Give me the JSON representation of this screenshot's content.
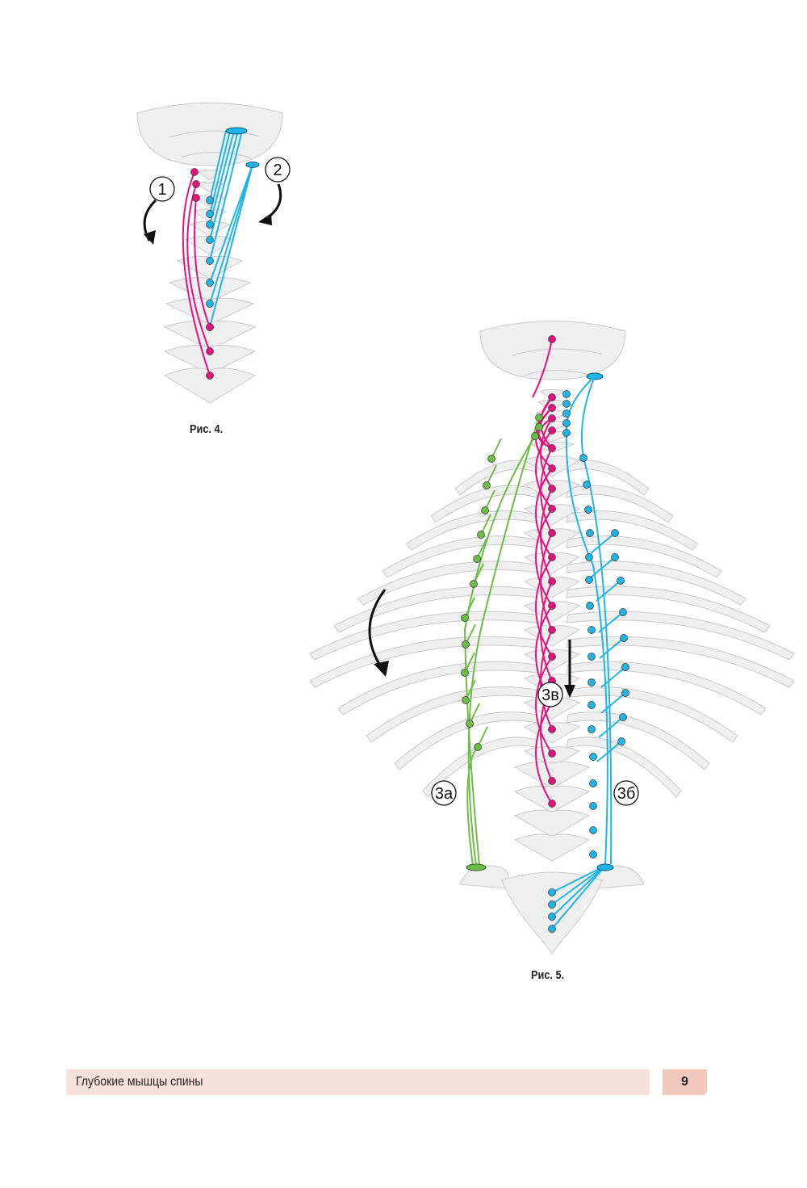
{
  "figure4": {
    "caption": "Рис. 4.",
    "labels": [
      "1",
      "2"
    ]
  },
  "figure5": {
    "caption": "Рис. 5.",
    "labels": [
      "3а",
      "3б",
      "3в"
    ]
  },
  "footer": {
    "section_title": "Глубокие мышцы спины",
    "page_number": "9"
  },
  "colors": {
    "magenta": "#e5127d",
    "cyan": "#1fb5e6",
    "green": "#6dbd45",
    "bone": "#efeff0",
    "footer_bar": "#f7e1da",
    "page_box": "#f0c9bc"
  }
}
